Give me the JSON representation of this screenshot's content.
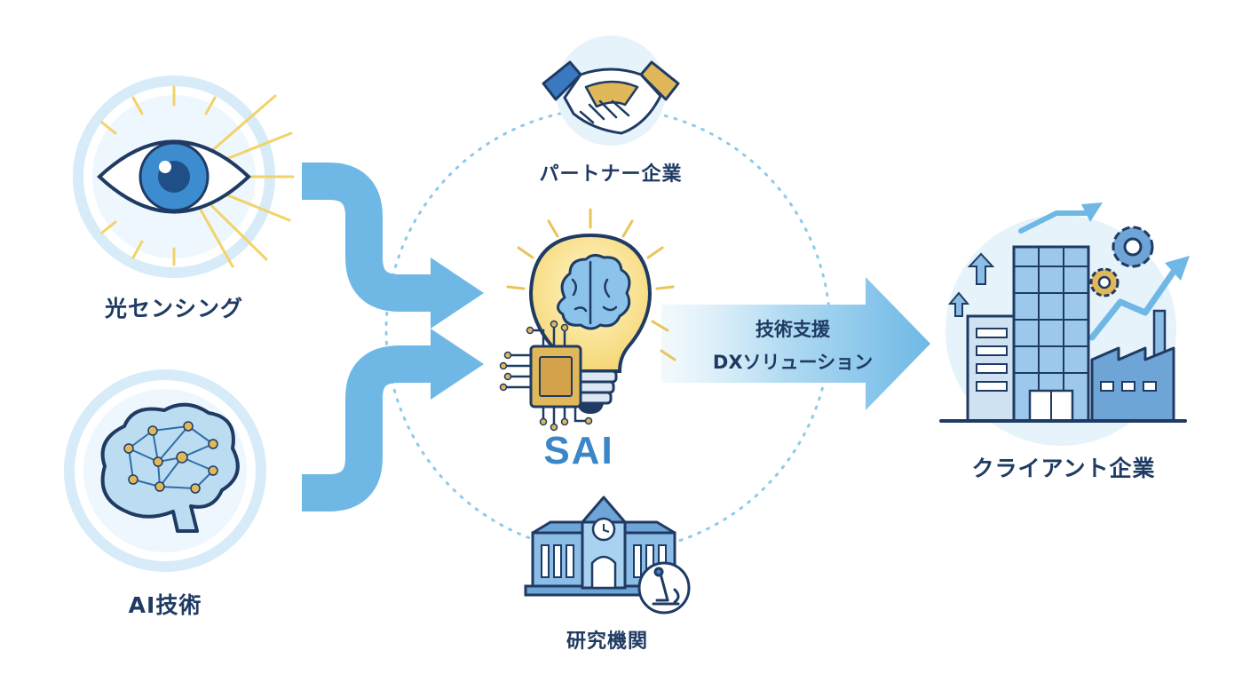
{
  "nodes": {
    "optical_sensing": "光センシング",
    "ai_technology": "AI技術",
    "partner_companies": "パートナー企業",
    "research_institutions": "研究機関",
    "client_companies": "クライアント企業",
    "core": "SAI"
  },
  "output_arrow": {
    "line1": "技術支援",
    "line2": "DXソリューション"
  },
  "colors": {
    "navy": "#1f3b63",
    "flow_blue": "#6fb8e6",
    "accent_blue": "#3a86c8",
    "gold": "#e0b85a",
    "circle_bg": "#e6f3fb"
  }
}
